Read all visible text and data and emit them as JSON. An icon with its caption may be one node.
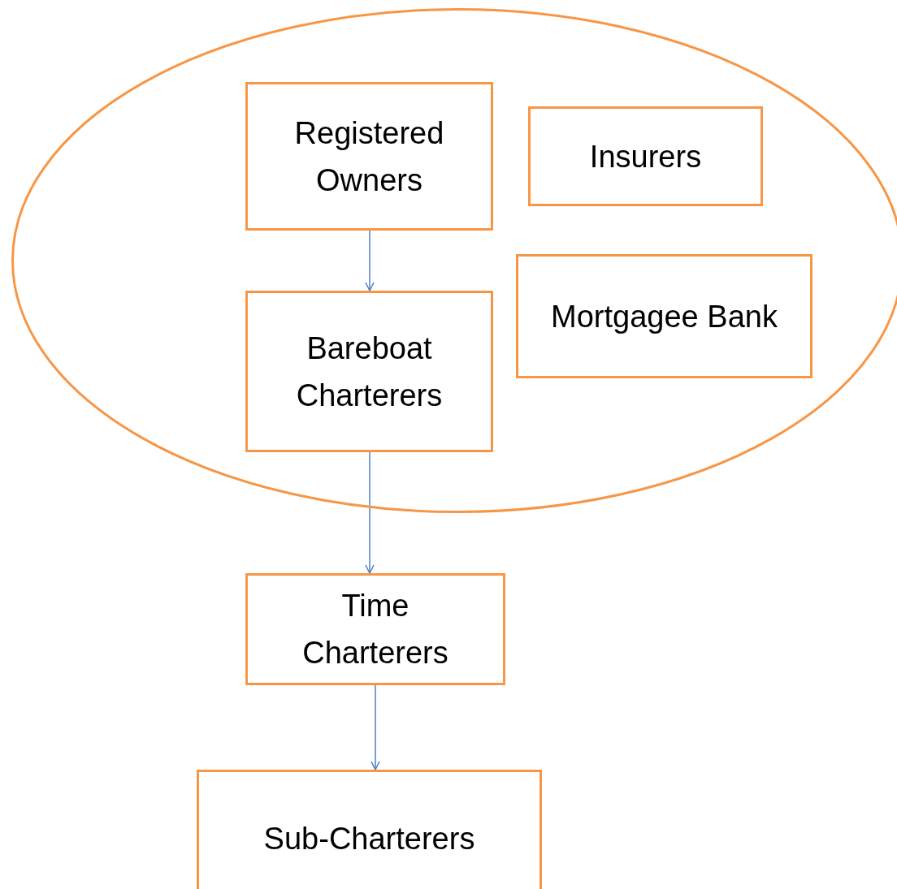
{
  "diagram": {
    "nodes": [
      {
        "text": [],
        "shape": "ellipse"
      },
      {
        "text": [
          "Registered Owners"
        ],
        "in": 0
      },
      {
        "text": [
          "Insurers"
        ],
        "in": 0
      },
      {
        "text": [
          "Mortgagee Bank"
        ],
        "in": 0
      },
      {
        "text": [
          "Bareboat Charterers"
        ],
        "in": 0
      },
      {
        "text": [
          "Time Charterers"
        ]
      },
      {
        "text": [
          "Sub-Charterers"
        ]
      }
    ],
    "edges": [
      {
        "from": 1,
        "to": 4,
        "arrow": "to"
      },
      {
        "from": 4,
        "to": 5,
        "arrow": "to"
      },
      {
        "from": 5,
        "to": 6,
        "arrow": "to"
      }
    ]
  }
}
